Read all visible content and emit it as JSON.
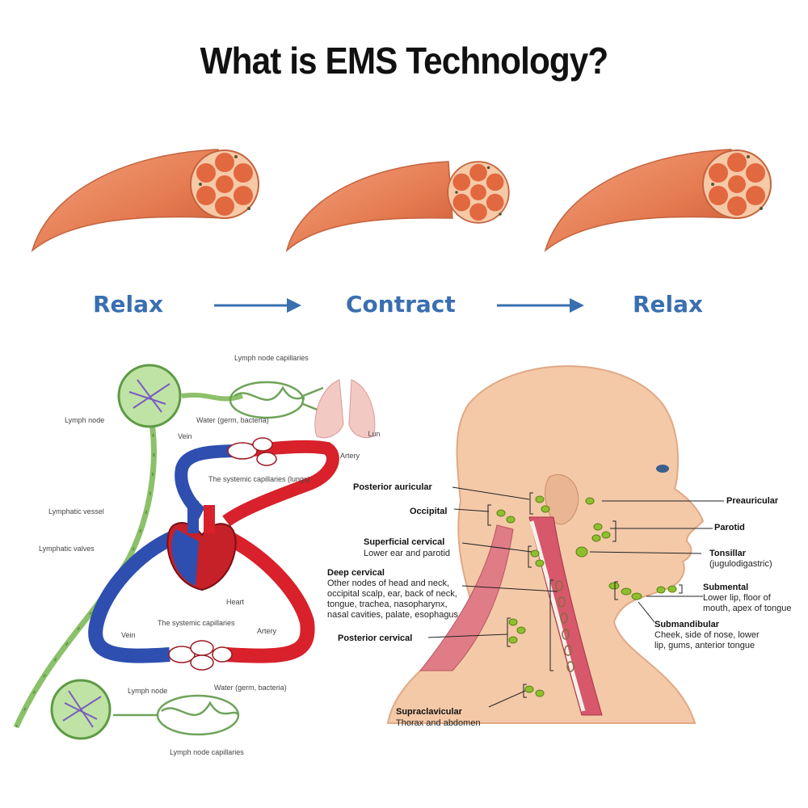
{
  "title": "What is EMS Technology?",
  "colors": {
    "accent_blue": "#3a6fb0",
    "muscle": "#e8825c",
    "vein": "#2e4fb0",
    "artery": "#d8212b",
    "lymph": "#6fa35a"
  },
  "stages": [
    {
      "label": "Relax",
      "state": "relaxed"
    },
    {
      "label": "Contract",
      "state": "contracted"
    },
    {
      "label": "Relax",
      "state": "relaxed"
    }
  ],
  "circulation": {
    "lymph_node_top": "Lymph node",
    "capillaries_top": "Lymph node capillaries",
    "water_top": "Water (germ, bacteria)",
    "lungs": "Lungs",
    "vein_top": "Vein",
    "artery_top": "Artery",
    "systemic_lungs": "The systemic capillaries (lungs)",
    "lymphatic_vessel": "Lymphatic vessel",
    "lymphatic_valves": "Lymphatic valves",
    "heart": "Heart",
    "systemic": "The systemic capillaries",
    "vein_bottom": "Vein",
    "artery_bottom": "Artery",
    "lymph_node_bottom": "Lymph node",
    "water_bottom": "Water (germ, bacteria)",
    "capillaries_bottom": "Lymph node capillaries"
  },
  "nodes": {
    "posterior_auricular": "Posterior auricular",
    "occipital": "Occipital",
    "superficial_cervical": "Superficial cervical",
    "superficial_cervical_desc": "Lower ear and parotid",
    "deep_cervical": "Deep cervical",
    "deep_cervical_desc": [
      "Other nodes of head and neck,",
      "occipital scalp, ear, back of neck,",
      "tongue, trachea, nasopharynx,",
      "nasal cavities, palate, esophagus"
    ],
    "posterior_cervical": "Posterior cervical",
    "supraclavicular": "Supraclavicular",
    "supraclavicular_desc": "Thorax and abdomen",
    "preauricular": "Preauricular",
    "parotid": "Parotid",
    "tonsillar": "Tonsillar",
    "tonsillar_desc": "(jugulodigastric)",
    "submental": "Submental",
    "submental_desc": [
      "Lower lip, floor of",
      "mouth, apex of tongue"
    ],
    "submandibular": "Submandibular",
    "submandibular_desc": [
      "Cheek, side of nose, lower",
      "lip, gums, anterior tongue"
    ]
  }
}
